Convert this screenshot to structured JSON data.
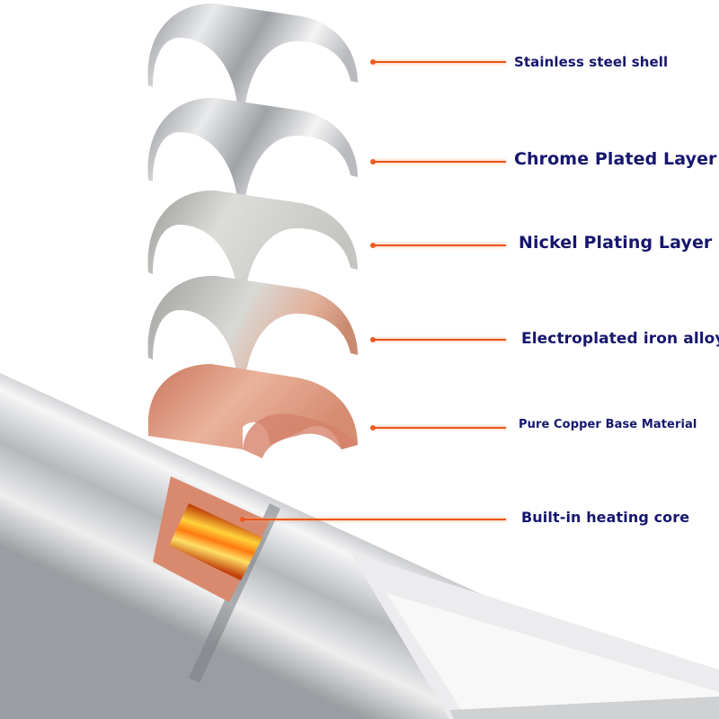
{
  "labels": [
    {
      "text": "Stainless steel shell"
    },
    {
      "text": "Chrome Plated Layer"
    },
    {
      "text": "Nickel Plating Layer"
    },
    {
      "text": "Electroplated iron alloy"
    },
    {
      "text": "Pure Copper Base Material"
    },
    {
      "text": "Built-in heating core"
    }
  ],
  "colors": {
    "label": "#16166e",
    "leader": "#e8551c",
    "copper": "#d98a6e"
  }
}
